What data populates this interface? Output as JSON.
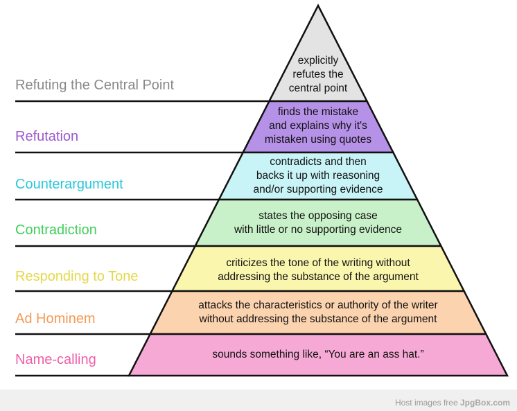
{
  "levels": [
    {
      "label": "Refuting the Central Point",
      "label_color": "#888888",
      "fill": "#e3e3e3",
      "description": [
        "explicitly",
        "refutes the",
        "central point"
      ]
    },
    {
      "label": "Refutation",
      "label_color": "#9b59d0",
      "fill": "#b691e8",
      "description": [
        "finds the mistake",
        "and explains why it's",
        "mistaken using quotes"
      ]
    },
    {
      "label": "Counterargument",
      "label_color": "#28c8dc",
      "fill": "#c8f3f7",
      "description": [
        "contradicts and then",
        "backs it up with reasoning",
        "and/or supporting evidence"
      ]
    },
    {
      "label": "Contradiction",
      "label_color": "#3fcf5a",
      "fill": "#c9f1c9",
      "description": [
        "states the opposing case",
        "with little or no supporting evidence"
      ]
    },
    {
      "label": "Responding to Tone",
      "label_color": "#e4d84a",
      "fill": "#fbf6ae",
      "description": [
        "criticizes the tone of the writing without",
        "addressing the substance of the argument"
      ]
    },
    {
      "label": "Ad Hominem",
      "label_color": "#f59a55",
      "fill": "#fcd3af",
      "description": [
        "attacks the characteristics or authority of the writer",
        "without addressing the substance of the argument"
      ]
    },
    {
      "label": "Name-calling",
      "label_color": "#ef5fa6",
      "fill": "#f7a9d6",
      "description": [
        "sounds something like, “You are an ass hat.”"
      ]
    }
  ],
  "footer": {
    "text": "Host images free ",
    "brand": "JpgBox.com"
  }
}
